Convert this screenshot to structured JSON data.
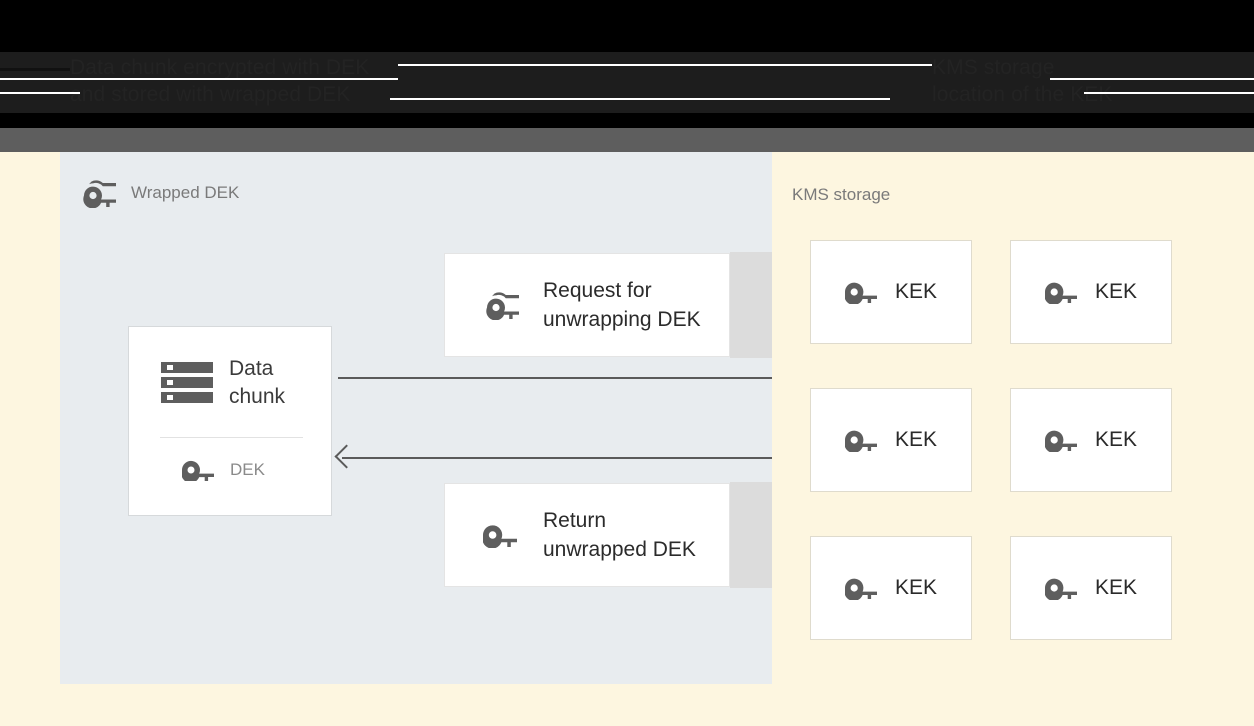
{
  "header": {
    "title_left": "Data chunk encrypted with DEK\nand stored with wrapped DEK",
    "title_right": "KMS storage\nlocation of the KEK"
  },
  "client_panel": {
    "label": "Wrapped DEK",
    "label_icon": "wrapped-key-icon",
    "data_chunk_card": {
      "title": "Data\nchunk",
      "icon": "storage-icon",
      "key_row": {
        "icon": "key-icon",
        "label": "DEK"
      }
    },
    "messages": [
      {
        "icon": "wrapped-key-icon",
        "text": "Request for\nunwrapping DEK"
      },
      {
        "icon": "key-icon",
        "text": "Return\nunwrapped DEK"
      }
    ],
    "arrows": [
      {
        "name": "request-arrow",
        "direction": "right"
      },
      {
        "name": "return-arrow",
        "direction": "left"
      }
    ]
  },
  "kms_panel": {
    "label": "KMS storage",
    "keys": [
      {
        "icon": "key-icon",
        "label": "KEK"
      },
      {
        "icon": "key-icon",
        "label": "KEK"
      },
      {
        "icon": "key-icon",
        "label": "KEK"
      },
      {
        "icon": "key-icon",
        "label": "KEK"
      },
      {
        "icon": "key-icon",
        "label": "KEK"
      },
      {
        "icon": "key-icon",
        "label": "KEK"
      }
    ]
  },
  "colors": {
    "header_bg": "#000000",
    "header_band": "#1d1d1d",
    "toolbar": "#5e5e5e",
    "canvas_bg": "#fdf6e0",
    "client_panel_bg": "#e8ecef",
    "card_backing": "#dcdcdc",
    "card_bg": "#ffffff",
    "icon_gray": "#5e5e5e",
    "label_gray": "#7a7a7a",
    "text_dark": "#2b2b2b"
  }
}
